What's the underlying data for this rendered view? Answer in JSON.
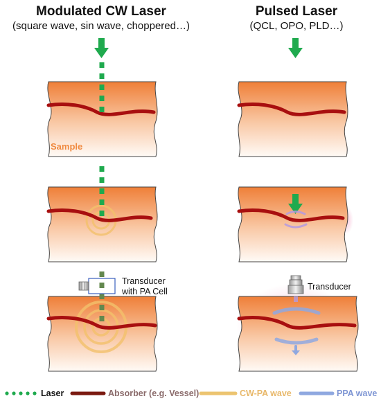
{
  "left_panel": {
    "title": "Modulated CW Laser",
    "subtitle": "(square wave, sin wave, choppered…)",
    "sample_label": "Sample",
    "transducer_label_line1": "Transducer",
    "transducer_label_line2": "with PA Cell"
  },
  "right_panel": {
    "title": "Pulsed Laser",
    "subtitle": "(QCL, OPO, PLD…)",
    "transducer_label": "Transducer"
  },
  "legend": {
    "laser": "Laser",
    "absorber": "Absorber (e.g. Vessel)",
    "cw_pa_wave": "CW-PA wave",
    "ppa_wave": "PPA wave"
  },
  "colors": {
    "laser": "#1faa4e",
    "absorber": "#a80f0f",
    "cw_pa_wave": "#f0c878",
    "ppa_wave": "#8fa8e0",
    "sample_top": "#f28a45",
    "sample_label": "#f08a40",
    "absorber_text": "#8a6a6a",
    "cw_text": "#e8b86a",
    "ppa_text": "#7f96d4"
  }
}
